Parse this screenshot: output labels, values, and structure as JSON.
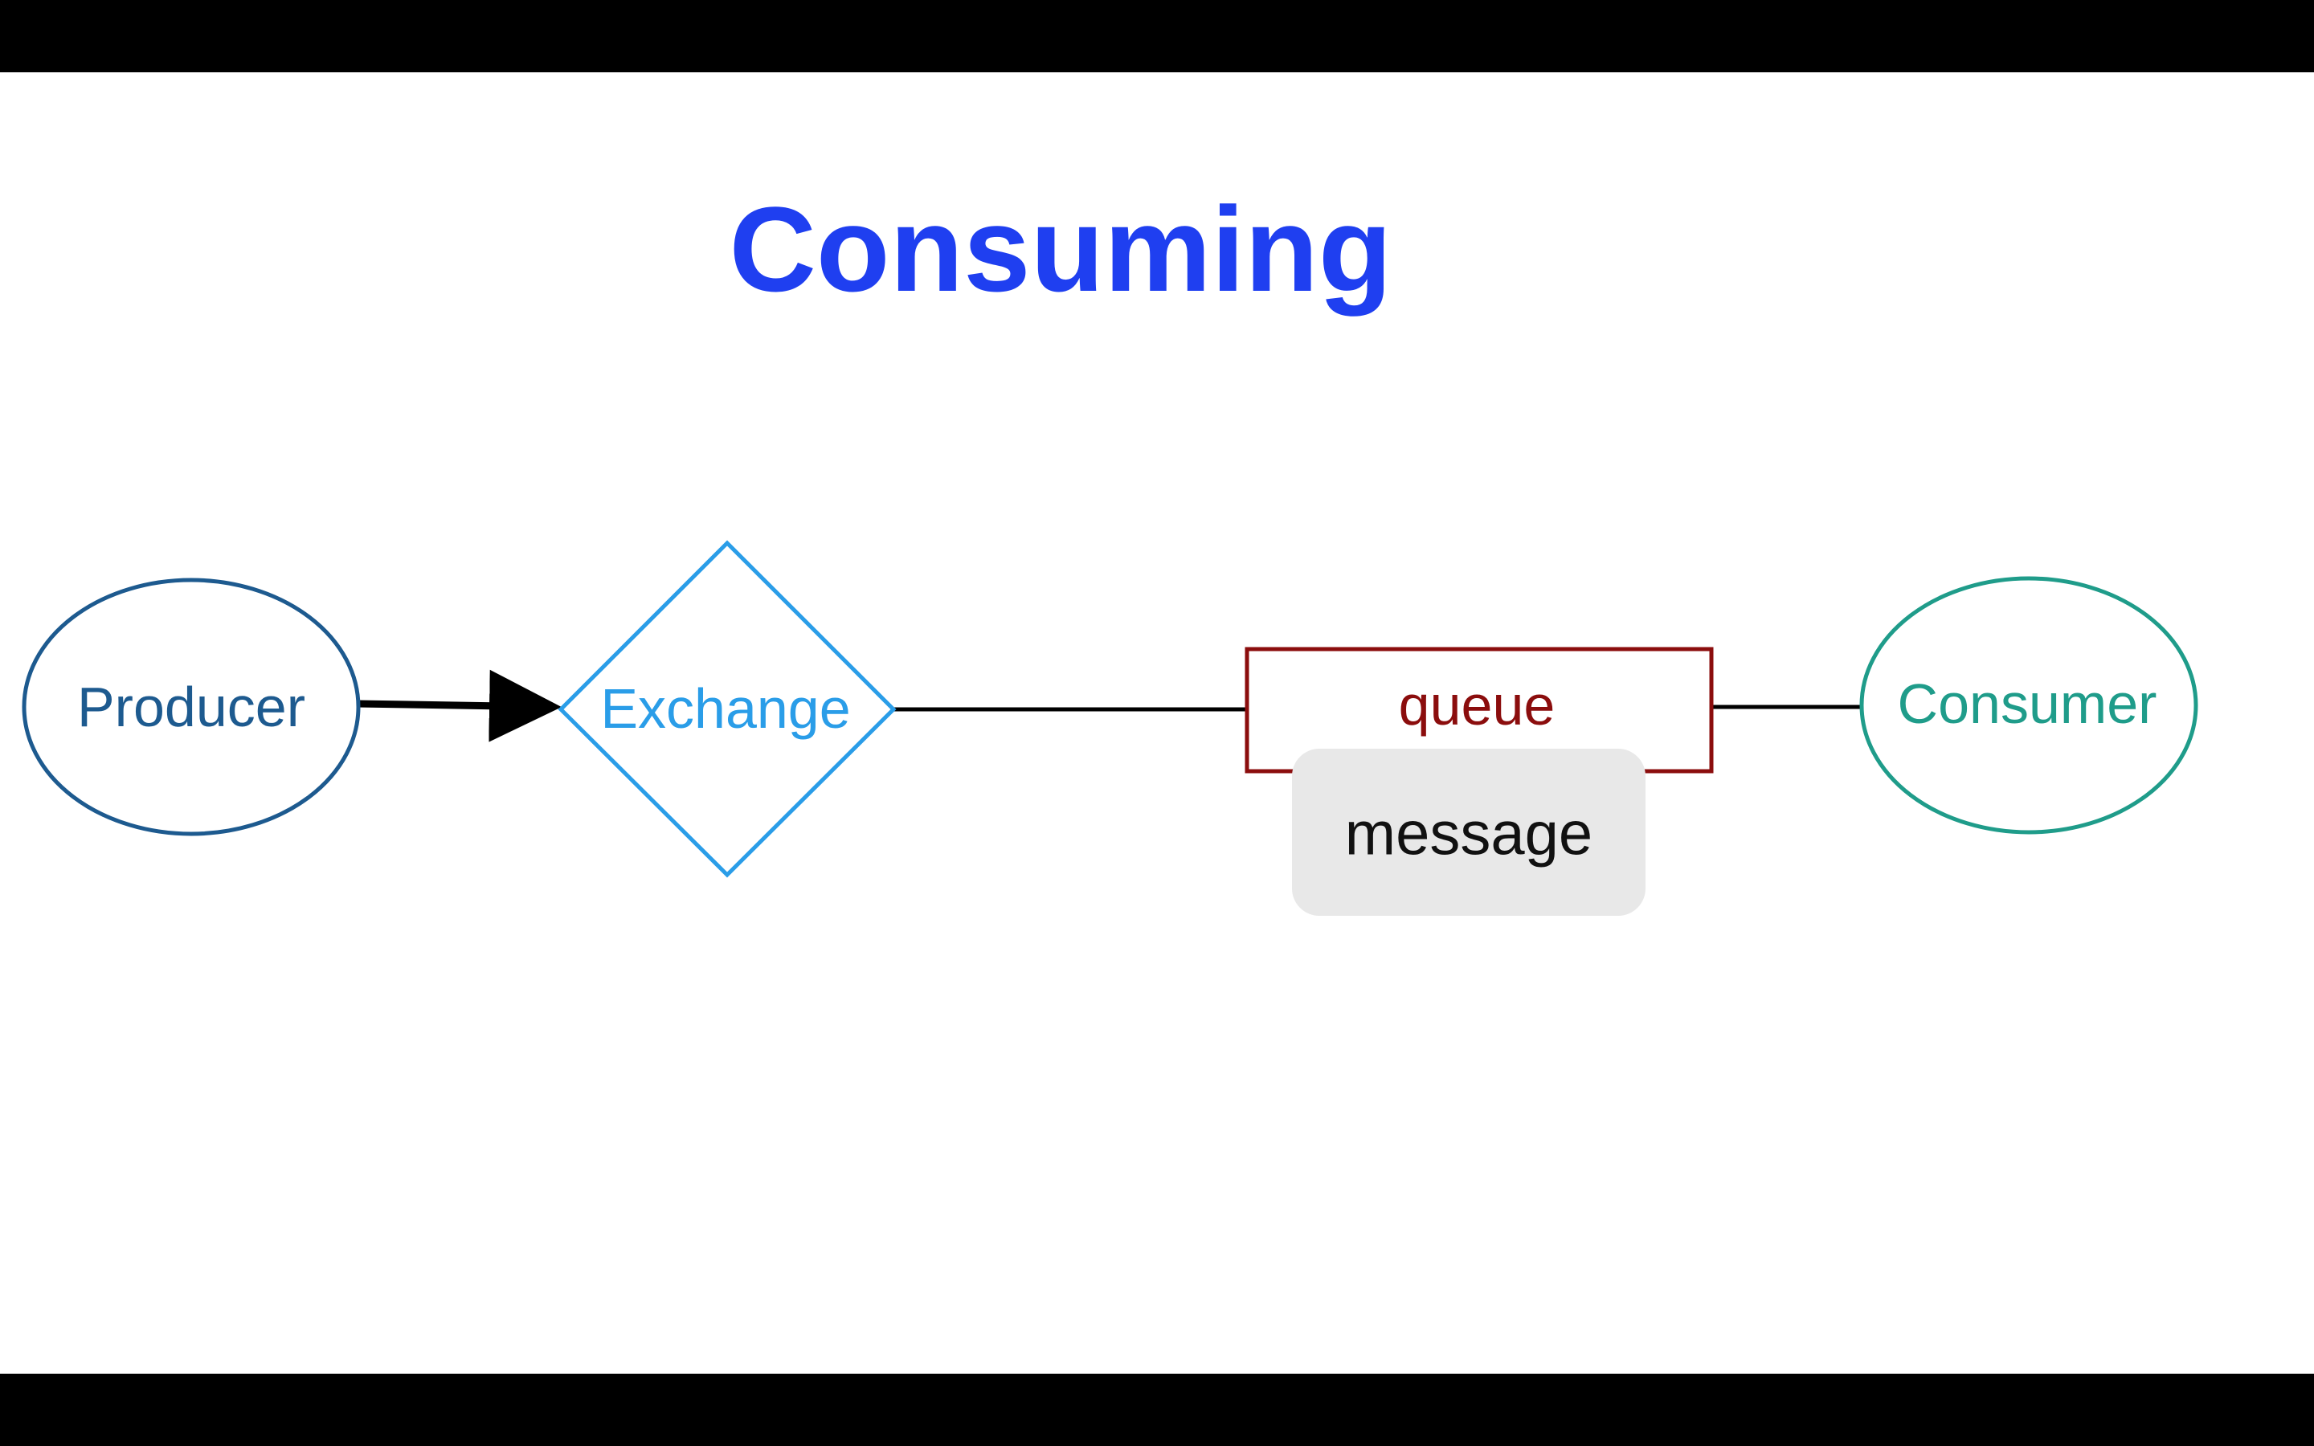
{
  "slide": {
    "title": "Consuming",
    "title_color": "#1f3ff0",
    "background": "#ffffff"
  },
  "diagram": {
    "nodes": {
      "producer": {
        "label": "Producer",
        "color": "#1d5a8f",
        "shape": "ellipse"
      },
      "exchange": {
        "label": "Exchange",
        "color": "#2a9de8",
        "shape": "diamond"
      },
      "queue": {
        "label": "queue",
        "color": "#8b0d0d",
        "shape": "rectangle"
      },
      "consumer": {
        "label": "Consumer",
        "color": "#1f9c8a",
        "shape": "ellipse"
      }
    },
    "message": {
      "label": "message",
      "fill": "#e8e8e8",
      "text_color": "#111111"
    },
    "edges": [
      {
        "from": "producer",
        "to": "exchange",
        "style": "arrow"
      },
      {
        "from": "exchange",
        "to": "queue",
        "style": "line"
      },
      {
        "from": "queue",
        "to": "consumer",
        "style": "line"
      }
    ]
  }
}
